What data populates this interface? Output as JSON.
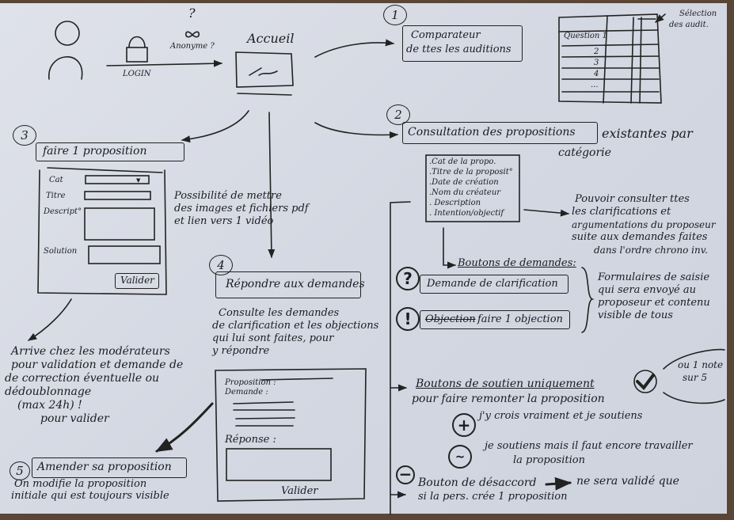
{
  "top": {
    "login": "LOGIN",
    "question_mark": "?",
    "anonyme": "Anonyme ?",
    "accueil": "Accueil"
  },
  "section1": {
    "number": "1",
    "title_line1": "Comparateur",
    "title_line2": "de ttes les auditions",
    "grid_rows": [
      "Question 1",
      "2",
      "3",
      "4",
      "..."
    ],
    "selection_note_line1": "Sélection",
    "selection_note_line2": "des audit."
  },
  "section2": {
    "number": "2",
    "title": "Consultation des propositions",
    "suffix_line1": "existantes par",
    "suffix_line2": "catégorie",
    "fields": [
      ".Cat de la propo.",
      ".Titre de la proposit°",
      ".Date de création",
      ".Nom du créateur",
      ". Description",
      ". Intention/objectif"
    ],
    "consult_note": [
      "Pouvoir consulter ttes",
      "les clarifications et",
      "argumentations du proposeur",
      "suite aux demandes faites",
      "dans l'ordre chrono inv."
    ],
    "demand_buttons_label": "Boutons de demandes:",
    "clarification_button": "Demande de clarification",
    "objection_strike": "Objection",
    "objection_button": "faire 1 objection",
    "forms_note": [
      "Formulaires de saisie",
      "qui sera envoyé au",
      "proposeur et contenu",
      "visible de tous"
    ],
    "support_label": "Boutons de soutien uniquement",
    "support_label2": "pour faire remonter la proposition",
    "note_alt": [
      "ou 1 note",
      "sur 5"
    ],
    "support_strong": "j'y crois vraiment et je soutiens",
    "support_weak_line1": "je soutiens mais il faut encore travailler",
    "support_weak_line2": "la proposition",
    "disagree_line1": "Bouton de désaccord",
    "disagree_arrow_text": "ne sera validé que",
    "disagree_line2": "si la pers. crée 1 proposition"
  },
  "section3": {
    "number": "3",
    "title": "faire 1 proposition",
    "form_labels": [
      "Cat",
      "Titre",
      "Descript°",
      "Solution"
    ],
    "submit": "Valider",
    "attach_note": [
      "Possibilité de mettre",
      "des images et fichiers pdf",
      "et lien vers 1 vidéo"
    ],
    "moderation_note": [
      "Arrive chez les modérateurs",
      "pour validation et demande de",
      "de correction éventuelle ou",
      "dédoublonnage",
      "(max 24h) !",
      "pour valider"
    ]
  },
  "section4": {
    "number": "4",
    "title": "Répondre aux demandes",
    "desc": [
      "Consulte les demandes",
      "de clarification et les objections",
      "qui lui sont faites, pour",
      "y répondre"
    ],
    "proposition_label": "Proposition :",
    "demande_label": "Demande :",
    "reponse_label": "Réponse :",
    "submit": "Valider"
  },
  "section5": {
    "number": "5",
    "title": "Amender sa proposition",
    "desc": [
      "On modifie la proposition",
      "initiale qui est toujours visible"
    ]
  },
  "icons": {
    "user": "user-icon",
    "lock": "lock-icon",
    "mask": "anonymous-mask-icon",
    "question": "question-icon",
    "exclamation": "exclamation-icon",
    "check": "check-icon",
    "plus": "plus-icon",
    "thumb": "half-support-icon",
    "minus": "minus-icon"
  },
  "colors": {
    "paper": "#d9dce5",
    "ink": "#1c1c22",
    "table": "#5a4636"
  }
}
